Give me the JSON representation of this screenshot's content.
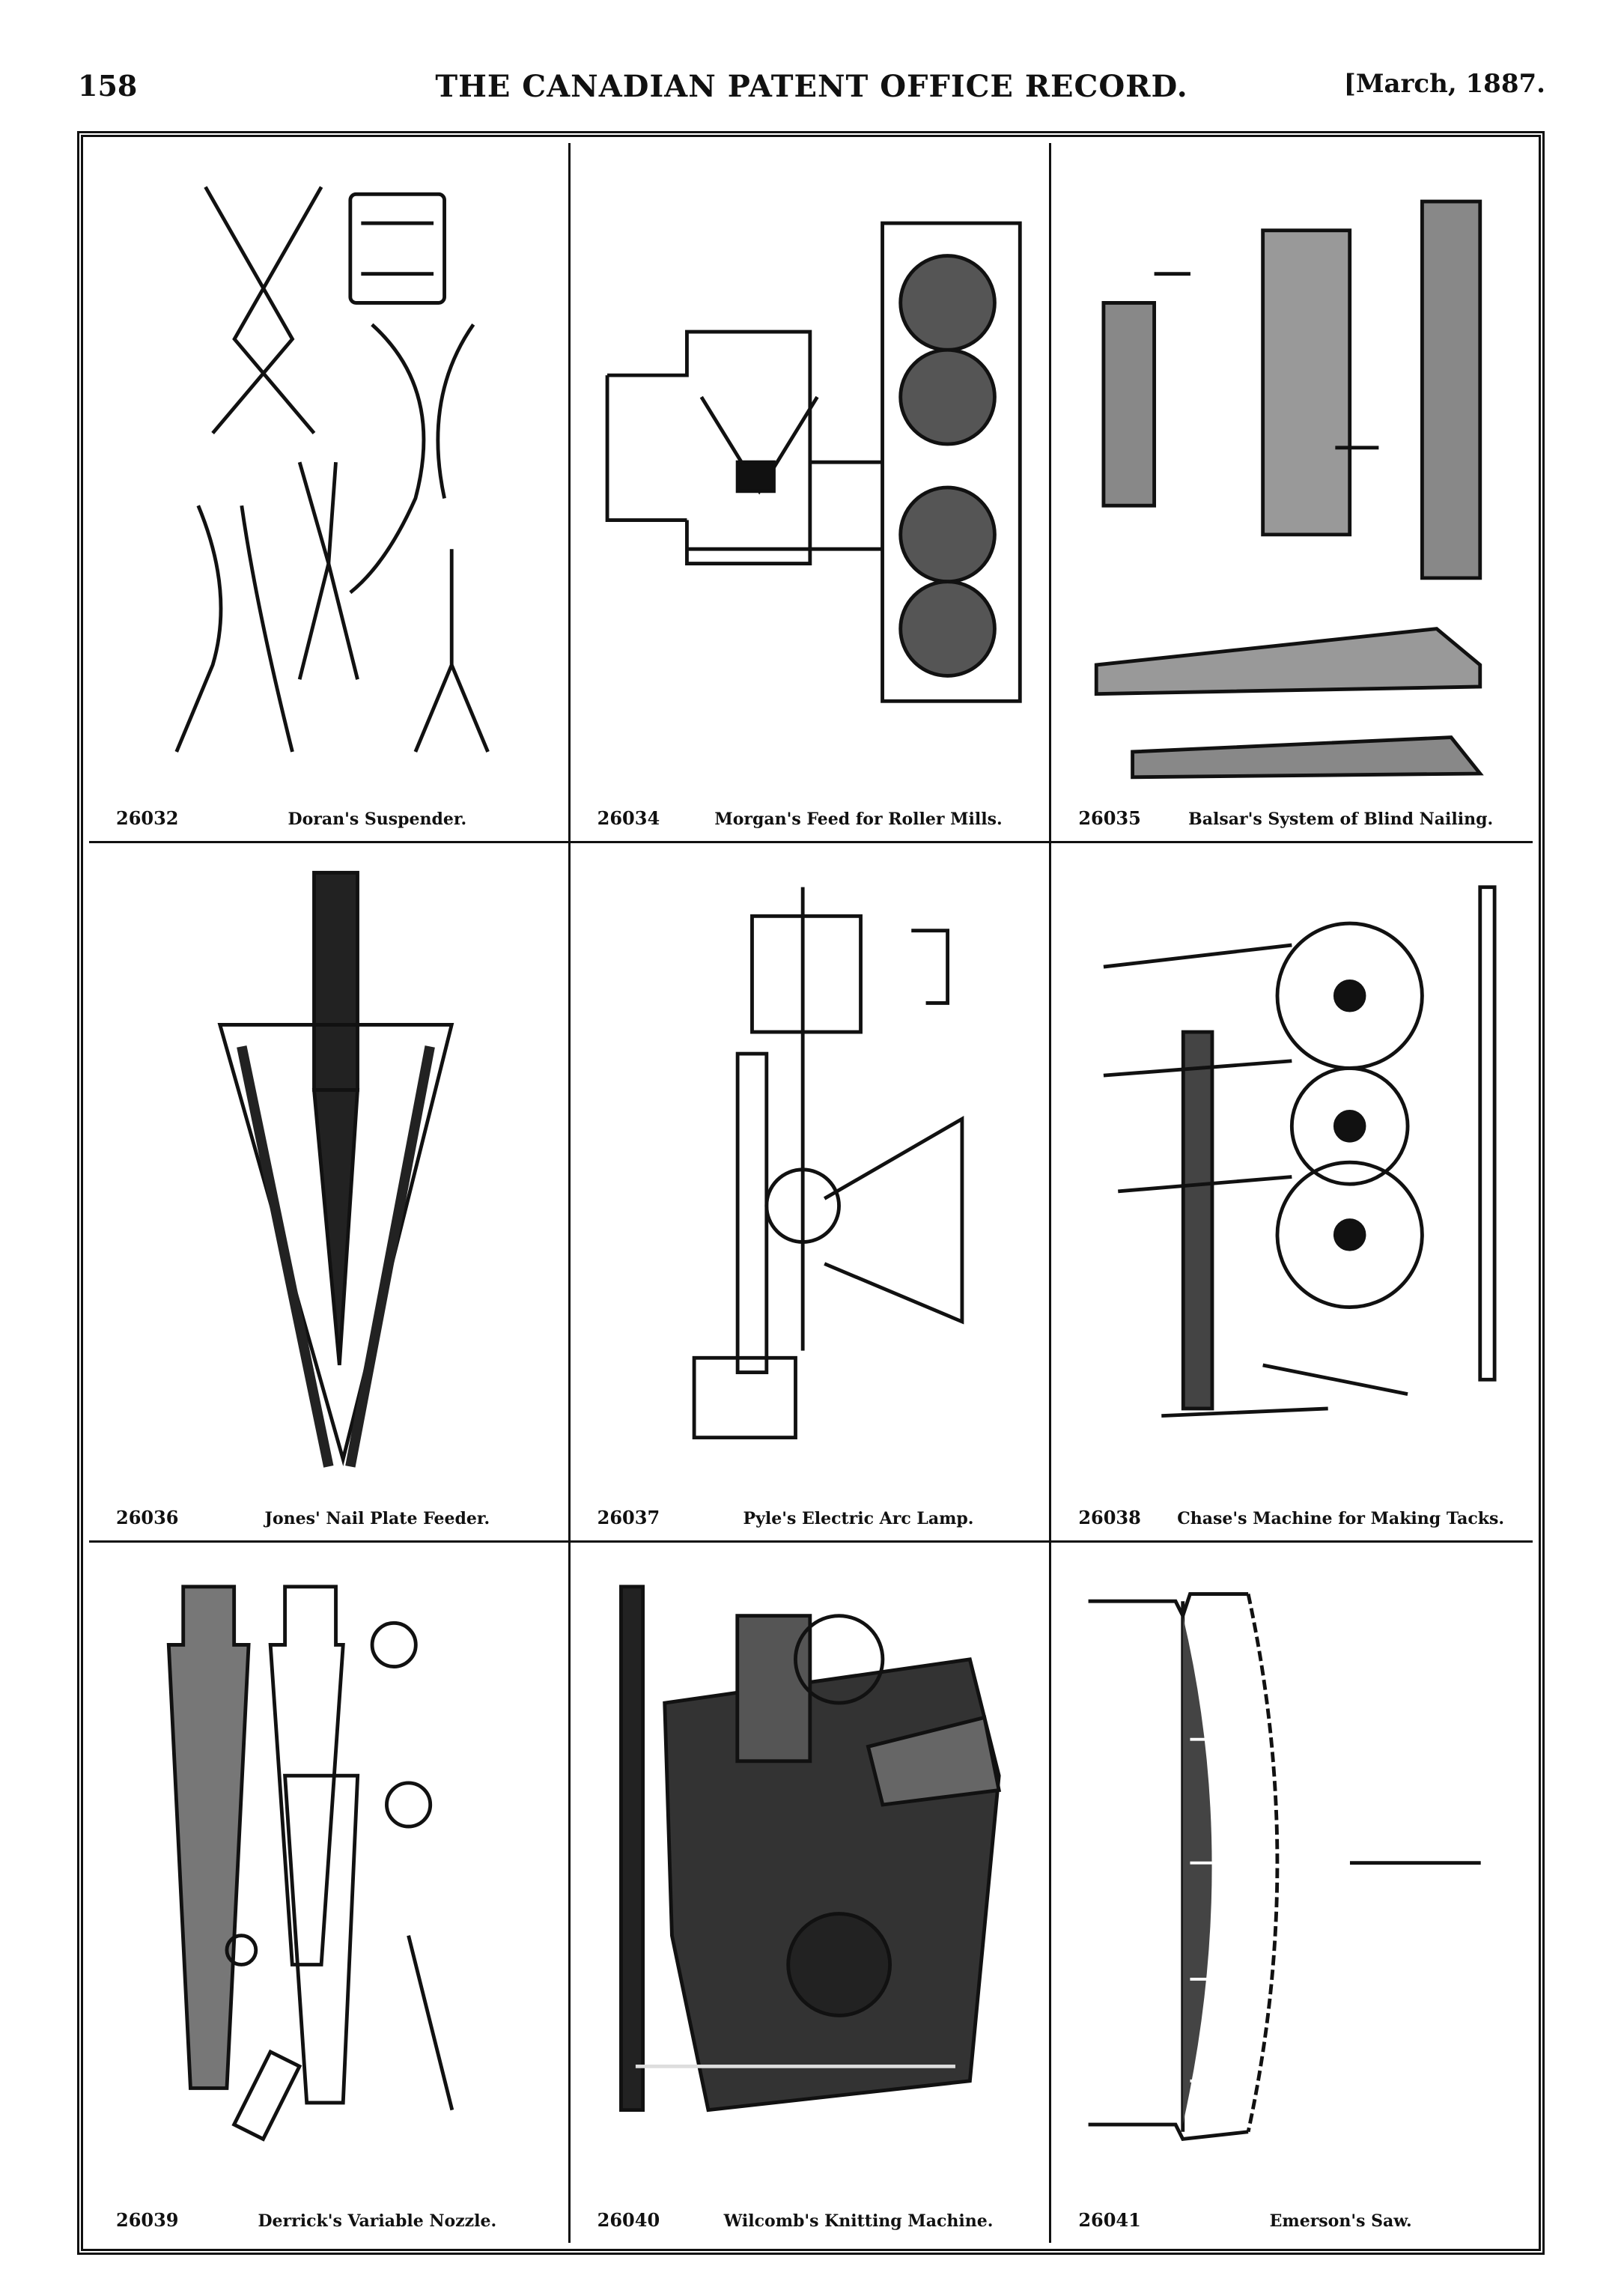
{
  "header": {
    "page_number": "158",
    "journal_title": "THE CANADIAN PATENT OFFICE RECORD.",
    "issue_date": "[March, 1887."
  },
  "patents": [
    {
      "number": "26032",
      "title": "Doran's Suspender."
    },
    {
      "number": "26034",
      "title": "Morgan's Feed for Roller Mills."
    },
    {
      "number": "26035",
      "title": "Balsar's System of Blind Nailing."
    },
    {
      "number": "26036",
      "title": "Jones' Nail Plate Feeder."
    },
    {
      "number": "26037",
      "title": "Pyle's Electric Arc Lamp."
    },
    {
      "number": "26038",
      "title": "Chase's Machine for Making Tacks."
    },
    {
      "number": "26039",
      "title": "Derrick's Variable Nozzle."
    },
    {
      "number": "26040",
      "title": "Wilcomb's Knitting Machine."
    },
    {
      "number": "26041",
      "title": "Emerson's Saw."
    }
  ]
}
